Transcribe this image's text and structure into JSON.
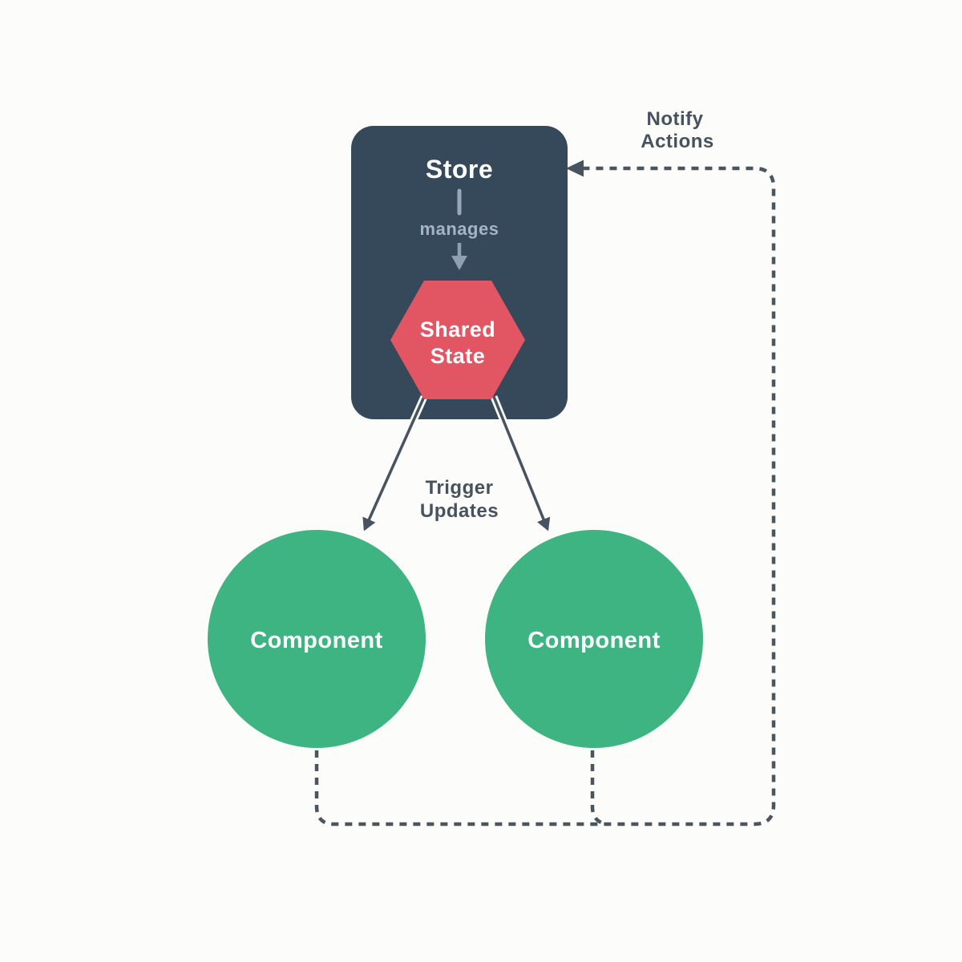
{
  "diagram": {
    "store": {
      "label": "Store",
      "relation_label": "manages"
    },
    "shared_state": {
      "line1": "Shared",
      "line2": "State"
    },
    "components": {
      "left_label": "Component",
      "right_label": "Component"
    },
    "edge_labels": {
      "notify_line1": "Notify",
      "notify_line2": "Actions",
      "trigger_line1": "Trigger",
      "trigger_line2": "Updates"
    },
    "colors": {
      "background": "#fcfcfa",
      "store_fill": "#36495b",
      "shared_state_fill": "#e25563",
      "component_fill": "#3db482",
      "edge_dark": "#4b555f",
      "edge_light": "#8ca0b2",
      "muted_label_text": "#a5b4c4",
      "caption_text": "#47525f",
      "white_text": "#ffffff"
    }
  }
}
